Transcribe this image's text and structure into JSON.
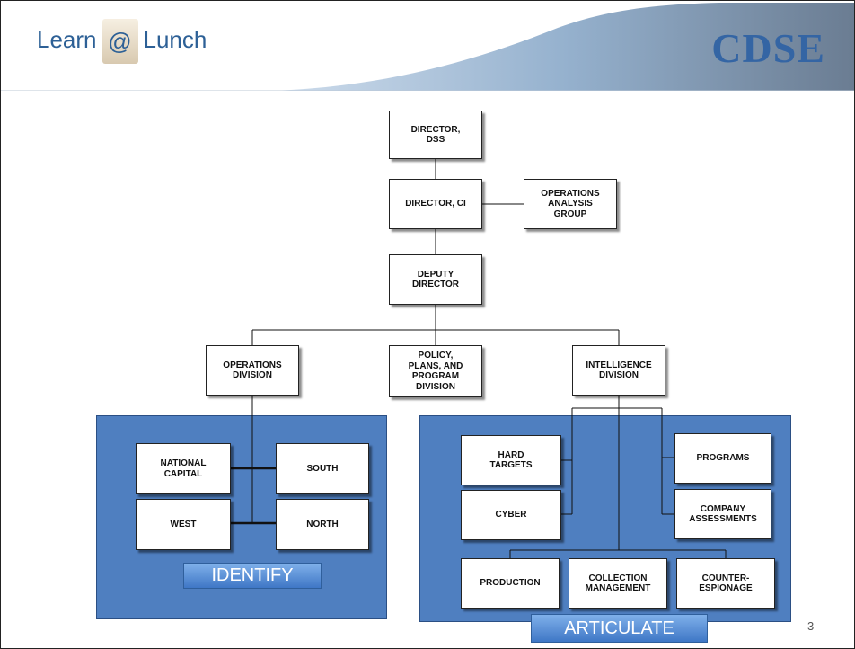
{
  "header": {
    "logo_left": {
      "pre": "Learn",
      "at": "@",
      "post": "Lunch"
    },
    "logo_right": "CDSE",
    "swoosh_colors": [
      "#5a6e86",
      "#8aa9c9",
      "#c9d9ea"
    ]
  },
  "chart": {
    "nodes": {
      "director_dss": "DIRECTOR,\nDSS",
      "director_ci": "DIRECTOR, CI",
      "operations_analysis_group": "OPERATIONS\nANALYSIS\nGROUP",
      "deputy_director": "DEPUTY\nDIRECTOR",
      "operations_division": "OPERATIONS\nDIVISION",
      "policy_division": "POLICY,\nPLANS, AND\nPROGRAM\nDIVISION",
      "intelligence_division": "INTELLIGENCE\nDIVISION",
      "national_capital": "NATIONAL\nCAPITAL",
      "south": "SOUTH",
      "west": "WEST",
      "north": "NORTH",
      "hard_targets": "HARD\nTARGETS",
      "cyber": "CYBER",
      "programs": "PROGRAMS",
      "company_assessments": "COMPANY\nASSESSMENTS",
      "production": "PRODUCTION",
      "collection_management": "COLLECTION\nMANAGEMENT",
      "counter_espionage": "COUNTER-\nESPIONAGE"
    },
    "banners": {
      "identify": "IDENTIFY",
      "articulate": "ARTICULATE"
    },
    "panel_color": "#4f7fc0",
    "banner_color": "#5b93dc"
  },
  "page_number": "3"
}
